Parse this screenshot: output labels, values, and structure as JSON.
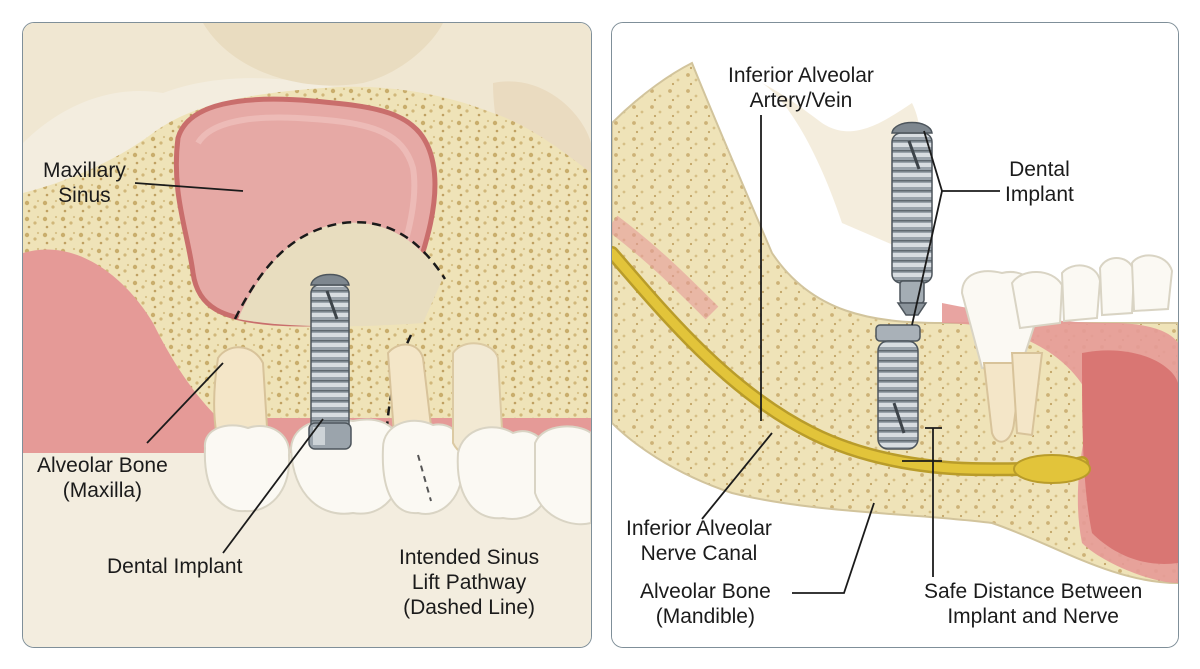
{
  "left_panel": {
    "labels": {
      "maxillary_sinus": [
        "Maxillary",
        "Sinus"
      ],
      "alveolar_bone": [
        "Alveolar Bone",
        "(Maxilla)"
      ],
      "dental_implant": [
        "Dental Implant"
      ],
      "sinus_lift": [
        "Intended Sinus",
        "Lift Pathway",
        "(Dashed Line)"
      ]
    }
  },
  "right_panel": {
    "labels": {
      "artery_vein": [
        "Inferior Alveolar",
        "Artery/Vein"
      ],
      "dental_implant": [
        "Dental",
        "Implant"
      ],
      "nerve_canal": [
        "Inferior Alveolar",
        "Nerve Canal"
      ],
      "alveolar_bone": [
        "Alveolar Bone",
        "(Mandible)"
      ],
      "safe_distance": [
        "Safe Distance Between",
        "Implant and Nerve"
      ]
    }
  },
  "colors": {
    "bone": "#efe3b8",
    "bone_pore": "#c9ad6c",
    "sinus": "#e6a9a5",
    "sinus_border": "#c96e6c",
    "gum": "#e59a97",
    "tooth": "#fbf9f3",
    "implant": "#8e979f",
    "nerve": "#e2c43a",
    "panel_border": "#7f8f99"
  }
}
